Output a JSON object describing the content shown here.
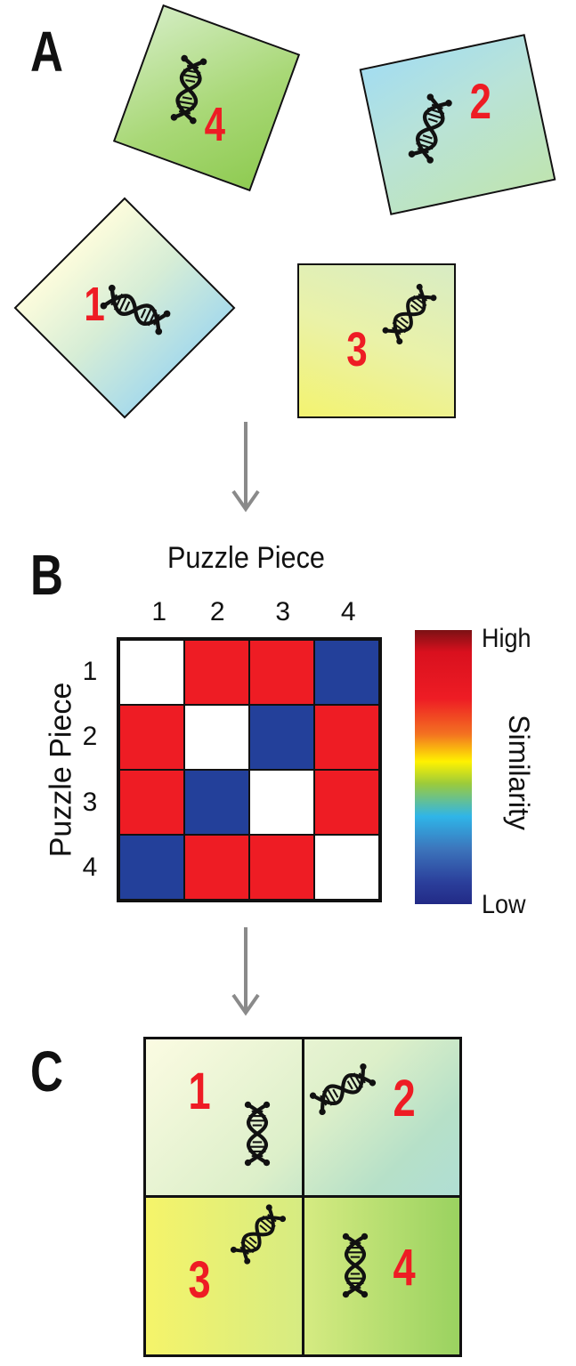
{
  "panels": {
    "a": "A",
    "b": "B",
    "c": "C"
  },
  "pieces": {
    "p1": "1",
    "p2": "2",
    "p3": "3",
    "p4": "4"
  },
  "heatmap": {
    "col_title": "Puzzle Piece",
    "row_title": "Puzzle Piece",
    "col_ticks": [
      "1",
      "2",
      "3",
      "4"
    ],
    "row_ticks": [
      "1",
      "2",
      "3",
      "4"
    ],
    "colorbar_title": "Similarity",
    "colorbar_high": "High",
    "colorbar_low": "Low"
  },
  "chart_data": {
    "type": "heatmap",
    "rows": [
      "1",
      "2",
      "3",
      "4"
    ],
    "cols": [
      "1",
      "2",
      "3",
      "4"
    ],
    "values": [
      [
        null,
        "high",
        "high",
        "low"
      ],
      [
        "high",
        null,
        "low",
        "high"
      ],
      [
        "high",
        "low",
        null,
        "high"
      ],
      [
        "low",
        "high",
        "high",
        null
      ]
    ],
    "xlabel": "Puzzle Piece",
    "ylabel": "Puzzle Piece",
    "colorbar": {
      "label": "Similarity",
      "max_label": "High",
      "min_label": "Low"
    },
    "colors": {
      "high": "#ee1c24",
      "low": "#23409a",
      "diagonal": "#ffffff"
    }
  },
  "colors": {
    "accent_red": "#ee1c24",
    "low_blue": "#23409a",
    "arrow_gray": "#8a8a8a"
  },
  "icons": [
    "dna-icon",
    "down-arrow-icon"
  ]
}
